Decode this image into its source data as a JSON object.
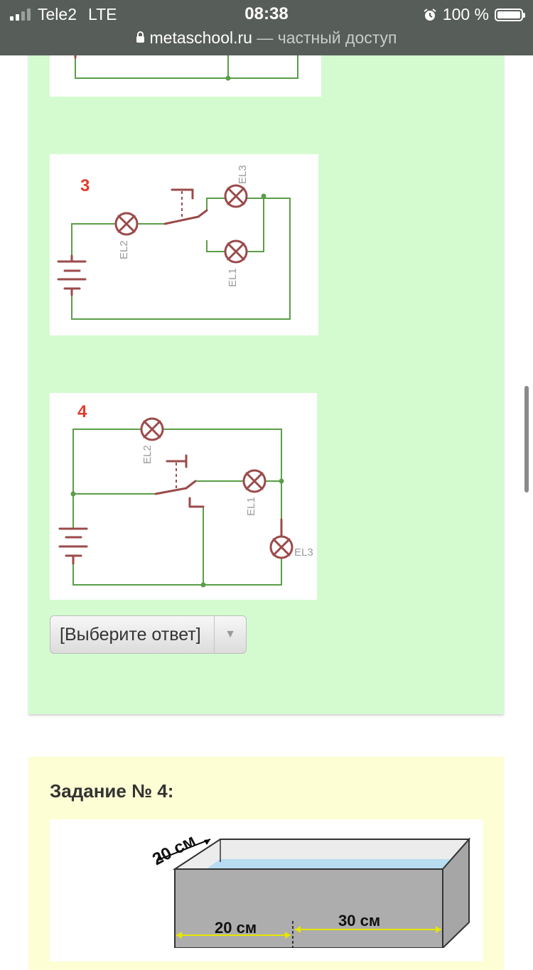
{
  "status_bar": {
    "carrier": "Tele2",
    "network": "LTE",
    "time": "08:38",
    "battery": "100 %",
    "url_domain": "metaschool.ru",
    "url_note": " — частный доступ"
  },
  "circuits": [
    {
      "number": "3",
      "labels": {
        "EL1": "EL1",
        "EL2": "EL2",
        "EL3": "EL3"
      }
    },
    {
      "number": "4",
      "labels": {
        "EL1": "EL1",
        "EL2": "EL2",
        "EL3": "EL3"
      }
    }
  ],
  "answer_select": {
    "value": "[Выберите ответ]"
  },
  "task4": {
    "title": "Задание № 4:",
    "dim_depth": "20 см",
    "dim_left": "20 см",
    "dim_right": "30 см"
  },
  "colors": {
    "wire": "#5a9e48",
    "component": "#9b4a4a",
    "number": "#e23b2e",
    "green_card": "#d4fbd0",
    "yellow_card": "#fefed4"
  }
}
